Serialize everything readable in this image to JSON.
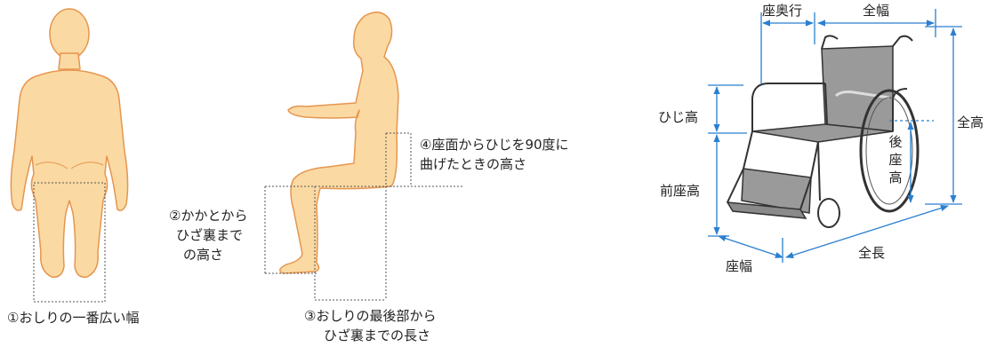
{
  "body_labels": {
    "hip_width": "①おしりの一番広い幅",
    "heel_to_knee_1": "②かかとから",
    "heel_to_knee_2": "ひざ裏まで",
    "heel_to_knee_3": "の高さ",
    "elbow_height_1": "④座面からひじを90度に",
    "elbow_height_2": "曲げたときの高さ",
    "hip_to_knee_1": "③おしりの最後部から",
    "hip_to_knee_2": "ひざ裏までの長さ"
  },
  "wheelchair_labels": {
    "seat_depth": "座奥行",
    "overall_width": "全幅",
    "armrest_height": "ひじ高",
    "overall_height": "全高",
    "back_seat_height": [
      "後",
      "座",
      "高"
    ],
    "front_seat_height": "前座高",
    "seat_width": "座幅",
    "overall_length": "全長"
  },
  "colors": {
    "skin": "#fbd9a3",
    "skin_outline": "#e5964f",
    "dimension_line": "#2a7fd0",
    "seat": "#9a9a9a",
    "frame": "#333333"
  }
}
